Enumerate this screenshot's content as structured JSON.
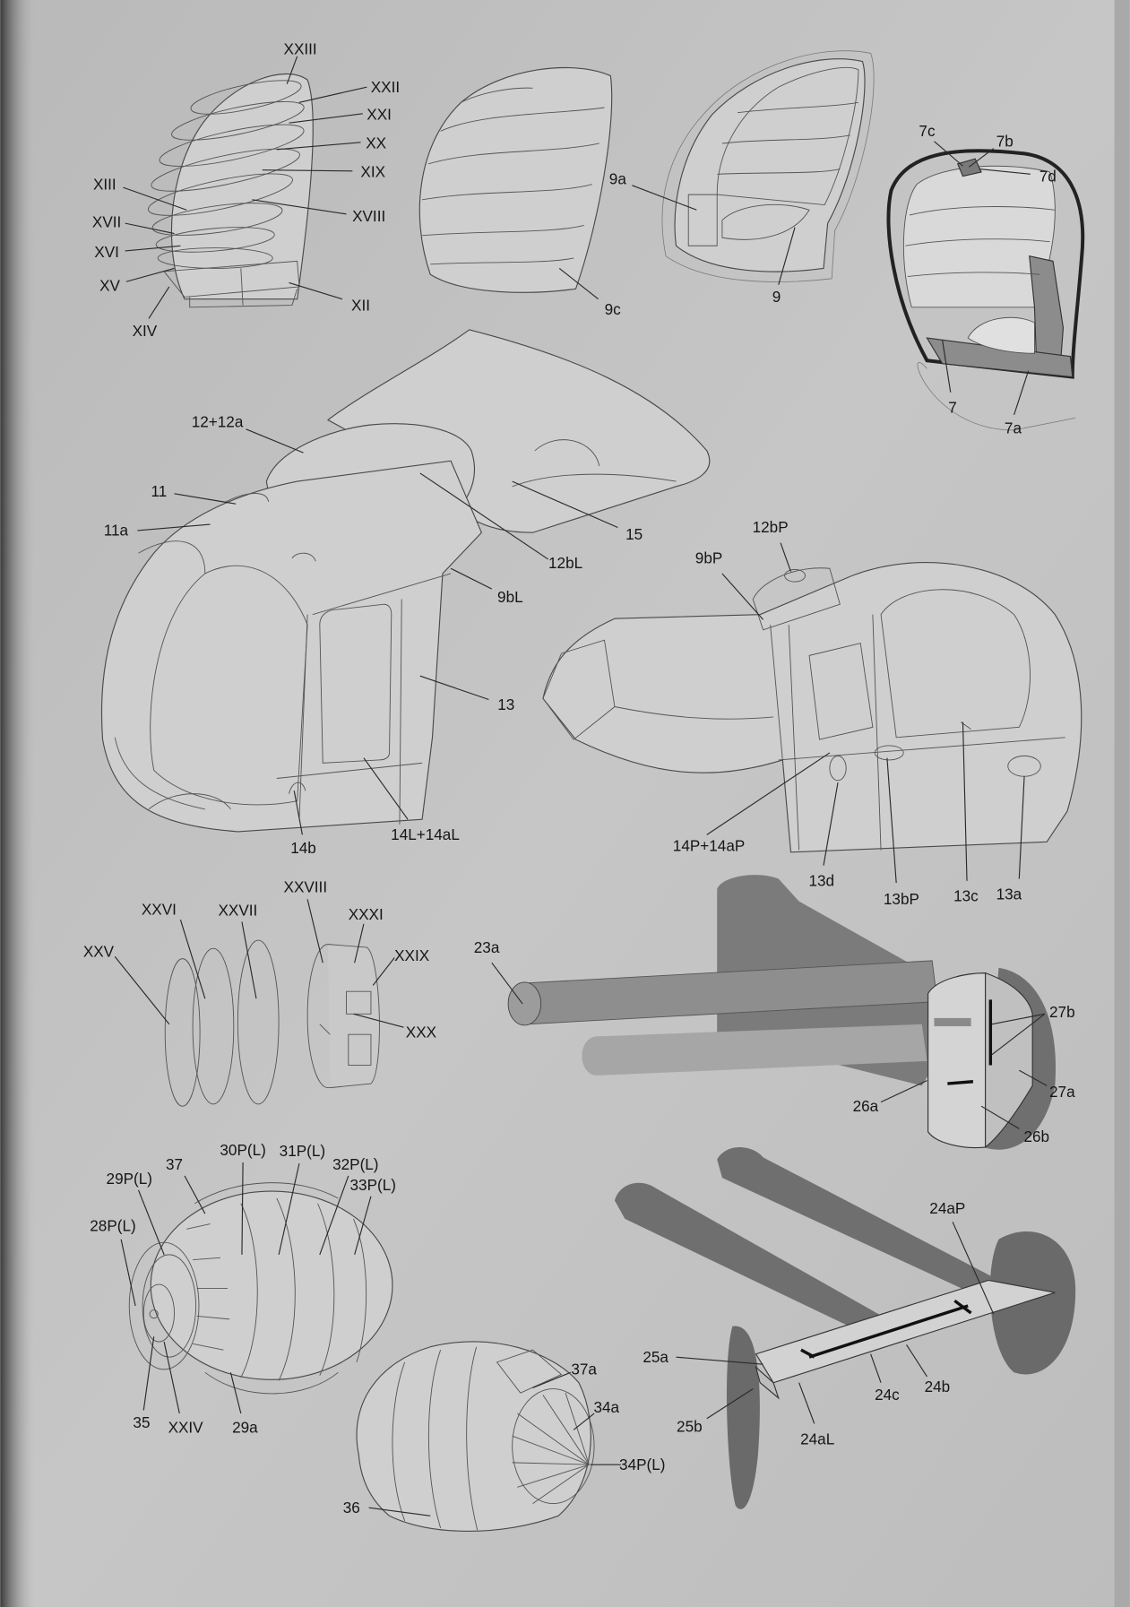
{
  "figures": {
    "nose_formers": {
      "labels": [
        "XXIII",
        "XXII",
        "XXI",
        "XX",
        "XIX",
        "XIII",
        "XVIII",
        "XVII",
        "XVI",
        "XV",
        "XII",
        "XIV"
      ]
    },
    "canopy_outer": {
      "labels": [
        "9c"
      ]
    },
    "canopy_frame": {
      "labels": [
        "9a",
        "9"
      ]
    },
    "canopy_inner": {
      "labels": [
        "7c",
        "7b",
        "7d",
        "7",
        "7a"
      ]
    },
    "fuselage_left": {
      "labels": [
        "12+12a",
        "11",
        "11a",
        "15",
        "12bL",
        "9bL",
        "13",
        "14b",
        "14L+14aL"
      ]
    },
    "fuselage_right": {
      "labels": [
        "12bP",
        "9bP",
        "14P+14aP",
        "13d",
        "13bP",
        "13c",
        "13a"
      ]
    },
    "discs": {
      "labels": [
        "XXVI",
        "XXVII",
        "XXVIII",
        "XXXI",
        "XXV",
        "XXIX",
        "XXX"
      ]
    },
    "tail_boom": {
      "labels": [
        "23a",
        "27b",
        "27a",
        "26a",
        "26b"
      ]
    },
    "engine_front": {
      "labels": [
        "37",
        "30P(L)",
        "31P(L)",
        "32P(L)",
        "29P(L)",
        "33P(L)",
        "28P(L)",
        "35",
        "XXIV",
        "29a"
      ]
    },
    "engine_rear": {
      "labels": [
        "37a",
        "34a",
        "34P(L)",
        "36"
      ]
    },
    "stabilizer": {
      "labels": [
        "24aP",
        "25a",
        "24c",
        "24b",
        "25b",
        "24aL"
      ]
    }
  },
  "colors": {
    "page": "#c2c2c2",
    "line": "#2a2a2a",
    "shadow_dark": "#6e6e6e",
    "part_gray": "#8c8c8c"
  }
}
